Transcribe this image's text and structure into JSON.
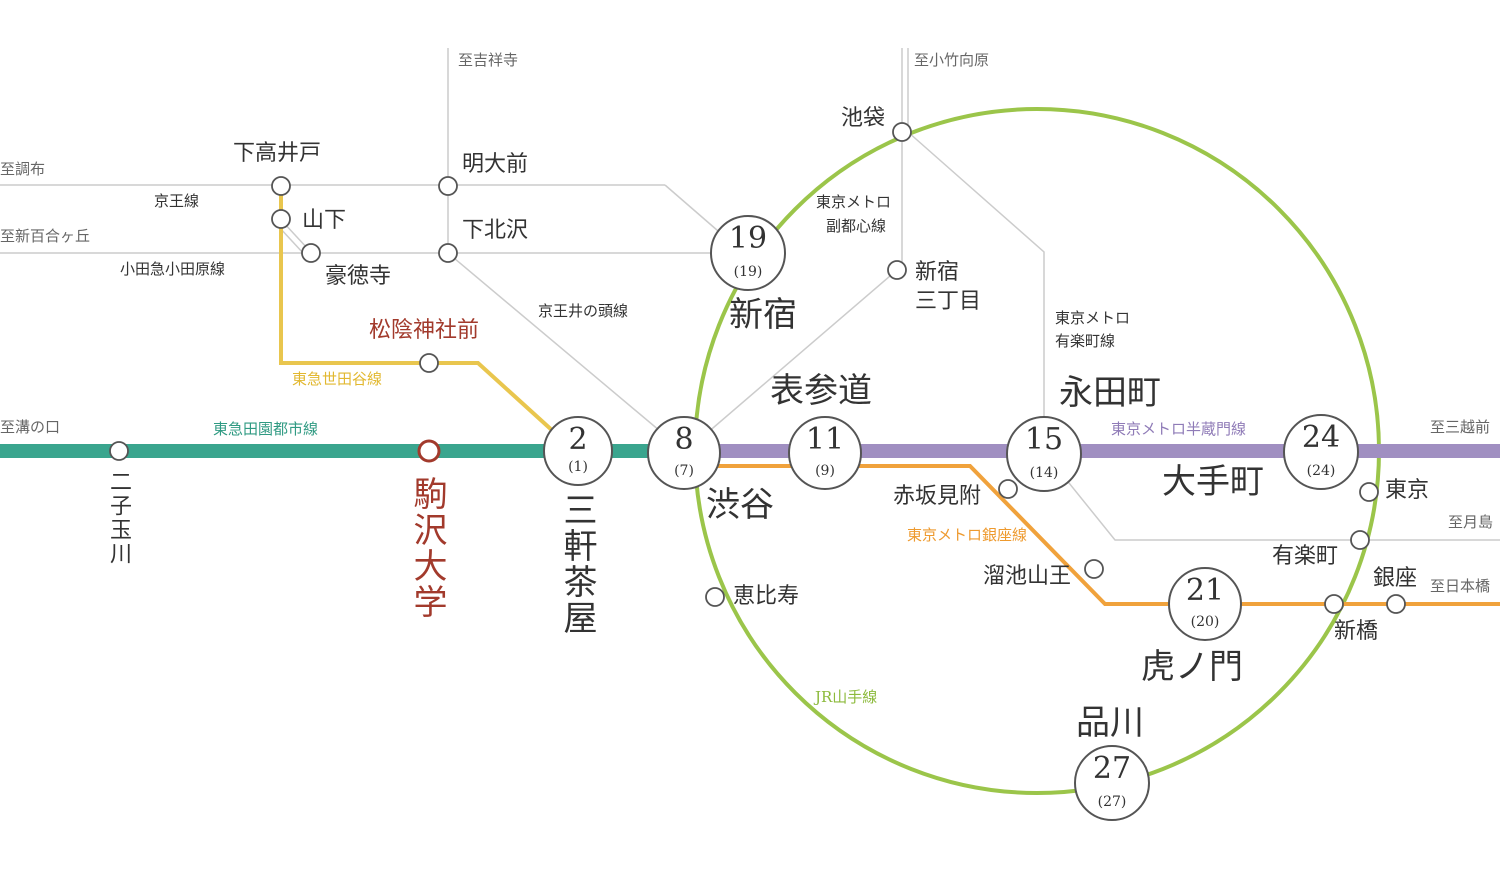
{
  "colors": {
    "den_en_toshi": "#3aa58e",
    "hanzomon": "#a08fc1",
    "setagaya": "#e9c64e",
    "ginza": "#f0a23c",
    "yamanote": "#9bc54a",
    "other": "#cccccc",
    "highlight": "#a23a2c"
  },
  "directions": {
    "kichijoji": "至吉祥寺",
    "kotakemukaihara": "至小竹向原",
    "chofu": "至調布",
    "shinyurigaoka": "至新百合ヶ丘",
    "mizonokuchi": "至溝の口",
    "mitsukoshimae": "至三越前",
    "tsukishima": "至月島",
    "nihonbashi": "至日本橋"
  },
  "lines": {
    "keio": "京王線",
    "odakyu": "小田急小田原線",
    "inokashira": "京王井の頭線",
    "setagaya": "東急世田谷線",
    "den_en_toshi": "東急田園都市線",
    "hanzomon": "東京メトロ半蔵門線",
    "ginza": "東京メトロ銀座線",
    "yamanote": "JR山手線",
    "fukutoshin_1": "東京メトロ",
    "fukutoshin_2": "副都心線",
    "yurakucho_1": "東京メトロ",
    "yurakucho_2": "有楽町線"
  },
  "stations": {
    "shimotakaido": "下高井戸",
    "meidaimae": "明大前",
    "yamashita": "山下",
    "shimokitazawa": "下北沢",
    "gotokuji": "豪徳寺",
    "shoinjinjamae": "松陰神社前",
    "futakotamagawa": "二子玉川",
    "komazawa": "駒沢大学",
    "sangenjaya": "三軒茶屋",
    "shibuya": "渋谷",
    "omotesando": "表参道",
    "shinjuku": "新宿",
    "shinjuku3_1": "新宿",
    "shinjuku3_2": "三丁目",
    "ikebukuro": "池袋",
    "nagatacho": "永田町",
    "otemachi": "大手町",
    "tokyo": "東京",
    "akasakamitsuke": "赤坂見附",
    "tameikesanno": "溜池山王",
    "toranomon": "虎ノ門",
    "yurakucho": "有楽町",
    "ginza": "銀座",
    "shimbashi": "新橋",
    "ebisu": "恵比寿",
    "shinagawa": "品川"
  },
  "travel_times": {
    "sangenjaya": {
      "minutes": "2",
      "sub": "(1)"
    },
    "shibuya": {
      "minutes": "8",
      "sub": "(7)"
    },
    "omotesando": {
      "minutes": "11",
      "sub": "(9)"
    },
    "nagatacho": {
      "minutes": "15",
      "sub": "(14)"
    },
    "otemachi": {
      "minutes": "24",
      "sub": "(24)"
    },
    "shinjuku": {
      "minutes": "19",
      "sub": "(19)"
    },
    "toranomon": {
      "minutes": "21",
      "sub": "(20)"
    },
    "shinagawa": {
      "minutes": "27",
      "sub": "(27)"
    }
  }
}
